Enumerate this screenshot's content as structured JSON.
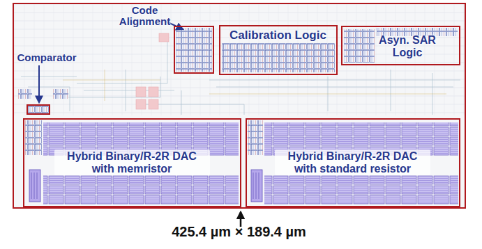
{
  "diagram": {
    "nodes": [
      {
        "text": [
          "425.4 µm × 189.4 µm"
        ]
      },
      {
        "text": [
          "Code Alignment"
        ],
        "in": 0
      },
      {
        "text": [
          "Comparator"
        ],
        "in": 0
      },
      {
        "text": [
          "Calibration Logic"
        ],
        "in": 0
      },
      {
        "text": [
          "Asyn. SAR Logic"
        ],
        "in": 0
      },
      {
        "text": [
          "Hybrid Binary/R-2R DAC with memristor"
        ],
        "in": 0
      },
      {
        "text": [
          "Hybrid Binary/R-2R DAC with standard resistor"
        ],
        "in": 0
      }
    ]
  }
}
